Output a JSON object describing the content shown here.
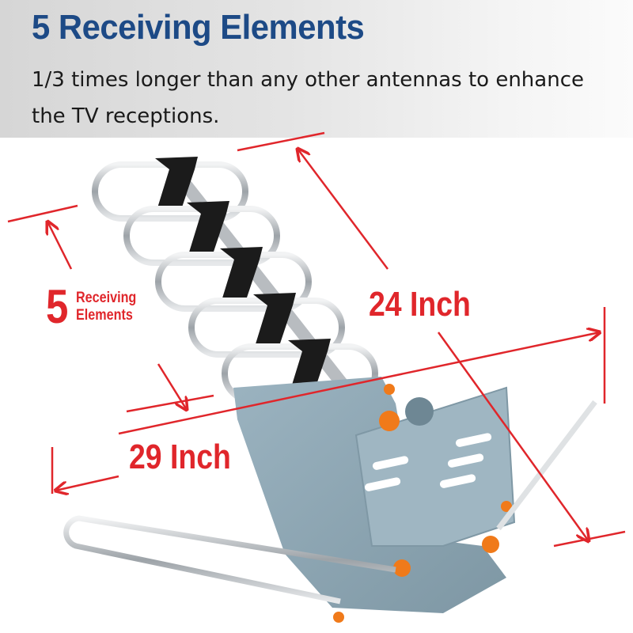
{
  "header": {
    "title": "5 Receiving Elements",
    "subtitle": "1/3 times longer than any other antennas to enhance the TV receptions."
  },
  "product": {
    "name": "outdoor-tv-antenna",
    "receiving_elements_count": 5,
    "colors": {
      "title_blue": "#1d4a86",
      "annotation_red": "#e0262b",
      "housing_blue_gray": "#8fa8b5",
      "knob_orange": "#f07a1a",
      "element_clips": "#1a1a1a",
      "rod_silver": "#c9cdd1"
    }
  },
  "annotations": {
    "elements_number": "5",
    "elements_label_line1": "Receiving",
    "elements_label_line2": "Elements",
    "length_24": "24 Inch",
    "length_29": "29 Inch"
  }
}
